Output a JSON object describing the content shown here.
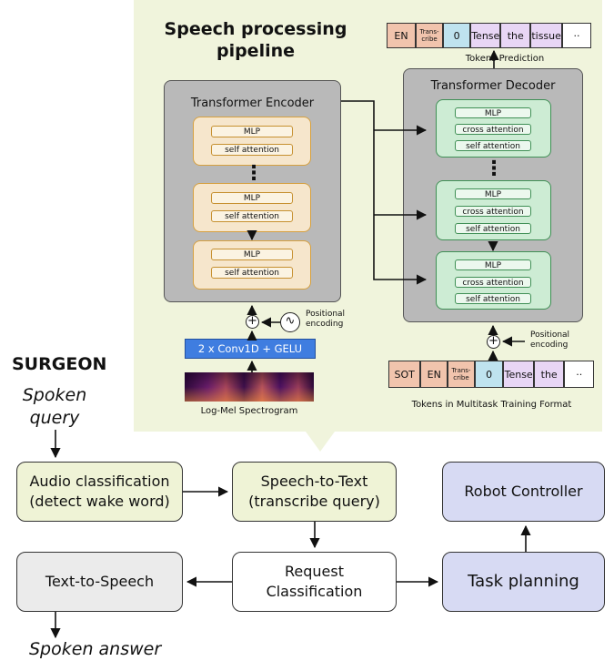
{
  "pipeline": {
    "title_line1": "Speech processing",
    "title_line2": "pipeline",
    "encoder": {
      "title": "Transformer Encoder",
      "blocks": [
        {
          "mlp": "MLP",
          "attn": "self attention"
        },
        {
          "mlp": "MLP",
          "attn": "self attention"
        },
        {
          "mlp": "MLP",
          "attn": "self attention"
        }
      ],
      "ellipsis": "⋮"
    },
    "decoder": {
      "title": "Transformer Decoder",
      "blocks": [
        {
          "mlp": "MLP",
          "cross": "cross attention",
          "attn": "self attention"
        },
        {
          "mlp": "MLP",
          "cross": "cross attention",
          "attn": "self attention"
        },
        {
          "mlp": "MLP",
          "cross": "cross attention",
          "attn": "self attention"
        }
      ],
      "ellipsis": "⋮"
    },
    "conv_label": "2 x Conv1D + GELU",
    "spectrogram_label": "Log-Mel Spectrogram",
    "pos_enc_label_1": "Positional",
    "pos_enc_label_2": "encoding",
    "plus_symbol": "+",
    "wave_symbol": "∿",
    "output_tokens": [
      "EN",
      "Trans-\ncribe",
      "0",
      "Tense",
      "the",
      "tissue",
      "··"
    ],
    "output_caption": "Tokens Prediction",
    "input_tokens": [
      "SOT",
      "EN",
      "Trans-\ncribe",
      "0",
      "Tense",
      "the",
      "··"
    ],
    "input_caption": "Tokens in Multitask Training Format",
    "colors": {
      "panel": "#f0f4dc",
      "encoder_block": "#f6e6cc",
      "decoder_block": "#cdecd4",
      "conv": "#3f7de0",
      "robot": "#d7daf3"
    }
  },
  "flow": {
    "surgeon_label": "SURGEON",
    "spoken_query_1": "Spoken",
    "spoken_query_2": "query",
    "audio_class_1": "Audio classification",
    "audio_class_2": "(detect wake word)",
    "stt_1": "Speech-to-Text",
    "stt_2": "(transcribe query)",
    "robot_controller": "Robot Controller",
    "tts": "Text-to-Speech",
    "request_1": "Request",
    "request_2": "Classification",
    "task_planning": "Task planning",
    "spoken_answer": "Spoken answer"
  }
}
